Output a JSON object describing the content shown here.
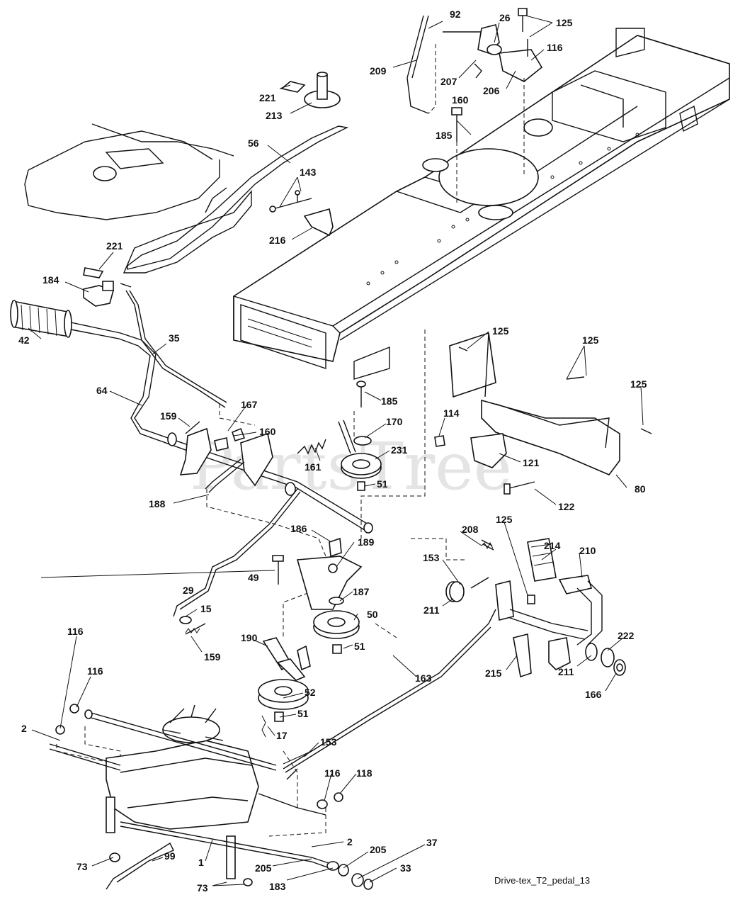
{
  "watermark": "PartsTree",
  "caption": "Drive-tex_T2_pedal_13",
  "part_labels": {
    "p92": "92",
    "p26": "26",
    "p125a": "125",
    "p116a": "116",
    "p209": "209",
    "p207": "207",
    "p206": "206",
    "p160a": "160",
    "p185a": "185",
    "p221a": "221",
    "p213": "213",
    "p56": "56",
    "p143": "143",
    "p216": "216",
    "p221b": "221",
    "p184": "184",
    "p42": "42",
    "p35": "35",
    "p64": "64",
    "p159a": "159",
    "p167": "167",
    "p160b": "160",
    "p185b": "185",
    "p170": "170",
    "p231": "231",
    "p161": "161",
    "p51a": "51",
    "p114": "114",
    "p121": "121",
    "p122": "122",
    "p80": "80",
    "p125b": "125",
    "p125c": "125",
    "p125d": "125",
    "p188": "188",
    "p186": "186",
    "p189": "189",
    "p49": "49",
    "p187": "187",
    "p29": "29",
    "p15": "15",
    "p50": "50",
    "p159b": "159",
    "p190": "190",
    "p51b": "51",
    "p208": "208",
    "p125e": "125",
    "p153a": "153",
    "p214": "214",
    "p210": "210",
    "p211a": "211",
    "p211b": "211",
    "p222": "222",
    "p215": "215",
    "p166": "166",
    "p163": "163",
    "p116b": "116",
    "p116c": "116",
    "p2a": "2",
    "p52": "52",
    "p51c": "51",
    "p17": "17",
    "p153b": "153",
    "p116d": "116",
    "p118": "118",
    "p2b": "2",
    "p73a": "73",
    "p99": "99",
    "p1": "1",
    "p205a": "205",
    "p205b": "205",
    "p37": "37",
    "p183": "183",
    "p73b": "73",
    "p33": "33"
  }
}
